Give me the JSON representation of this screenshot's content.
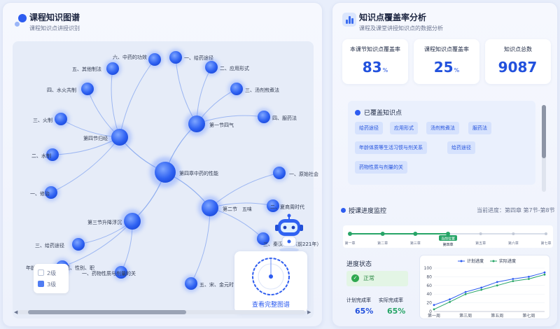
{
  "left": {
    "title": "课程知识图谱",
    "subtitle": "课程知识点讲授识别",
    "graph": {
      "center": {
        "label": "第四章中药的性能"
      },
      "hubs": [
        {
          "label": "第一节四气"
        },
        {
          "label": "第四节归经"
        },
        {
          "label": "第三节升降浮沉"
        },
        {
          "label": "第二节　五味"
        }
      ],
      "leaves": [
        {
          "label": "六、中药的功效"
        },
        {
          "label": "一、给药途径"
        },
        {
          "label": "五、其他制法"
        },
        {
          "label": "二、应用形式"
        },
        {
          "label": "四、水火共制"
        },
        {
          "label": "三、汤剂煎煮法"
        },
        {
          "label": "三、火制"
        },
        {
          "label": "四、服药法"
        },
        {
          "label": "二、水制"
        },
        {
          "label": "一、修治"
        },
        {
          "label": "一、原始社会"
        },
        {
          "label": "二、夏商周时代"
        },
        {
          "label": "三、秦汉时期（前221年）"
        },
        {
          "label": "三、给药途径"
        },
        {
          "label": "年龄体质等生活习惯、性别、职"
        },
        {
          "label": "一、药物性质与剂量的关"
        },
        {
          "label": "五、宋、金元时"
        }
      ],
      "levels": [
        {
          "label": "2级",
          "checked": false
        },
        {
          "label": "3级",
          "checked": true
        }
      ],
      "view_full_label": "查看完整图谱"
    }
  },
  "right": {
    "title": "知识点覆盖率分析",
    "subtitle": "课程及课堂讲授知识点的数据分析",
    "stats": [
      {
        "label": "本课节知识点覆盖率",
        "value": "83",
        "unit": "%"
      },
      {
        "label": "课程知识点覆盖率",
        "value": "25",
        "unit": "%"
      },
      {
        "label": "知识点总数",
        "value": "9087",
        "unit": ""
      }
    ],
    "covered_title": "已覆盖知识点",
    "covered_tags": [
      "给药途径",
      "应用形式",
      "汤剂煎煮法",
      "服药法",
      "年龄体质等生活习惯与剂关系",
      "给药途径",
      "药物性质与剂量的关"
    ],
    "progress_title": "授课进度监控",
    "current_progress": "当前进度：第四章 第7节-第8节",
    "timeline": [
      {
        "label": "第一章",
        "state": "done"
      },
      {
        "label": "第二章",
        "state": "done"
      },
      {
        "label": "第三章",
        "state": "done"
      },
      {
        "label": "第四章",
        "state": "current",
        "badge": "当前位置"
      },
      {
        "label": "第五章",
        "state": "todo"
      },
      {
        "label": "第六章",
        "state": "todo"
      },
      {
        "label": "第七章",
        "state": "todo"
      }
    ],
    "status_title": "进度状态",
    "status_value": "正常",
    "plan_rate_label": "计划完成率",
    "plan_rate_value": "65%",
    "actual_rate_label": "实际完成率",
    "actual_rate_value": "65%",
    "colors": {
      "plan": "#2d5cf0",
      "actual": "#27a567",
      "accent": "#2251dd"
    },
    "chart_data": {
      "type": "line",
      "x": [
        "第一周",
        "第二周",
        "第三周",
        "第四周",
        "第五周",
        "第六周",
        "第七周",
        "第八周"
      ],
      "series": [
        {
          "name": "计划进度",
          "values": [
            15,
            28,
            45,
            55,
            68,
            75,
            80,
            90
          ]
        },
        {
          "name": "实际进度",
          "values": [
            5,
            22,
            40,
            50,
            60,
            70,
            75,
            85
          ]
        }
      ],
      "xticks": [
        "第一周",
        "第三周",
        "第五周",
        "第七周"
      ],
      "yticks": [
        0,
        20,
        40,
        60,
        80,
        100
      ],
      "ylim": [
        0,
        100
      ],
      "legend": "top"
    }
  }
}
